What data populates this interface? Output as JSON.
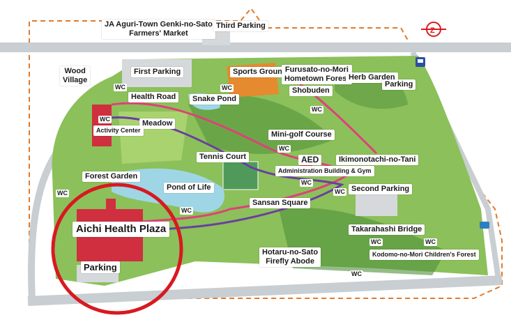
{
  "map": {
    "labels": {
      "ja_market": "JA Aguri-Town Genki-no-Sato",
      "ja_market_2": "Farmers' Market",
      "third_parking": "Third Parking",
      "wood_village": "Wood",
      "wood_village_2": "Village",
      "first_parking": "First Parking",
      "sports_ground": "Sports Ground",
      "furusato": "Furusato-no-Mori",
      "furusato_2": "Hometown Forest",
      "herb_garden": "Herb Garden",
      "parking_ne": "Parking",
      "shobuden": "Shobuden",
      "health_road": "Health Road",
      "snake_pond": "Snake Pond",
      "meadow": "Meadow",
      "activity_center": "Activity Center",
      "minigolf": "Mini-golf Course",
      "tennis_court": "Tennis Court",
      "aed": "AED",
      "administration": "Administration Building & Gym",
      "ikimonotachi": "Ikimonotachi-no-Tani",
      "forest_garden": "Forest Garden",
      "pond_of_life": "Pond of Life",
      "second_parking": "Second Parking",
      "sansan_square": "Sansan Square",
      "takarahashi": "Takarahashi Bridge",
      "aichi_health_plaza": "Aichi Health Plaza",
      "parking_sw": "Parking",
      "hotaru": "Hotaru-no-Sato",
      "hotaru_2": "Firefly Abode",
      "kodomo": "Kodomo-no-Mori Children's Forest",
      "wc": "WC"
    },
    "colors": {
      "park_green": "#8cc05a",
      "dark_green": "#4f8f3a",
      "road": "#c8ced2",
      "boundary": "#e07a2a",
      "water": "#9fd6e6",
      "trail_pink": "#e0407a",
      "trail_purple": "#6a3fa0",
      "building_red": "#cf2f3f",
      "highlight_circle": "#d81920",
      "sports_orange": "#e58a2e"
    },
    "icons": [
      "compass-icon",
      "train-station-icon",
      "bus-stop-icon"
    ]
  }
}
